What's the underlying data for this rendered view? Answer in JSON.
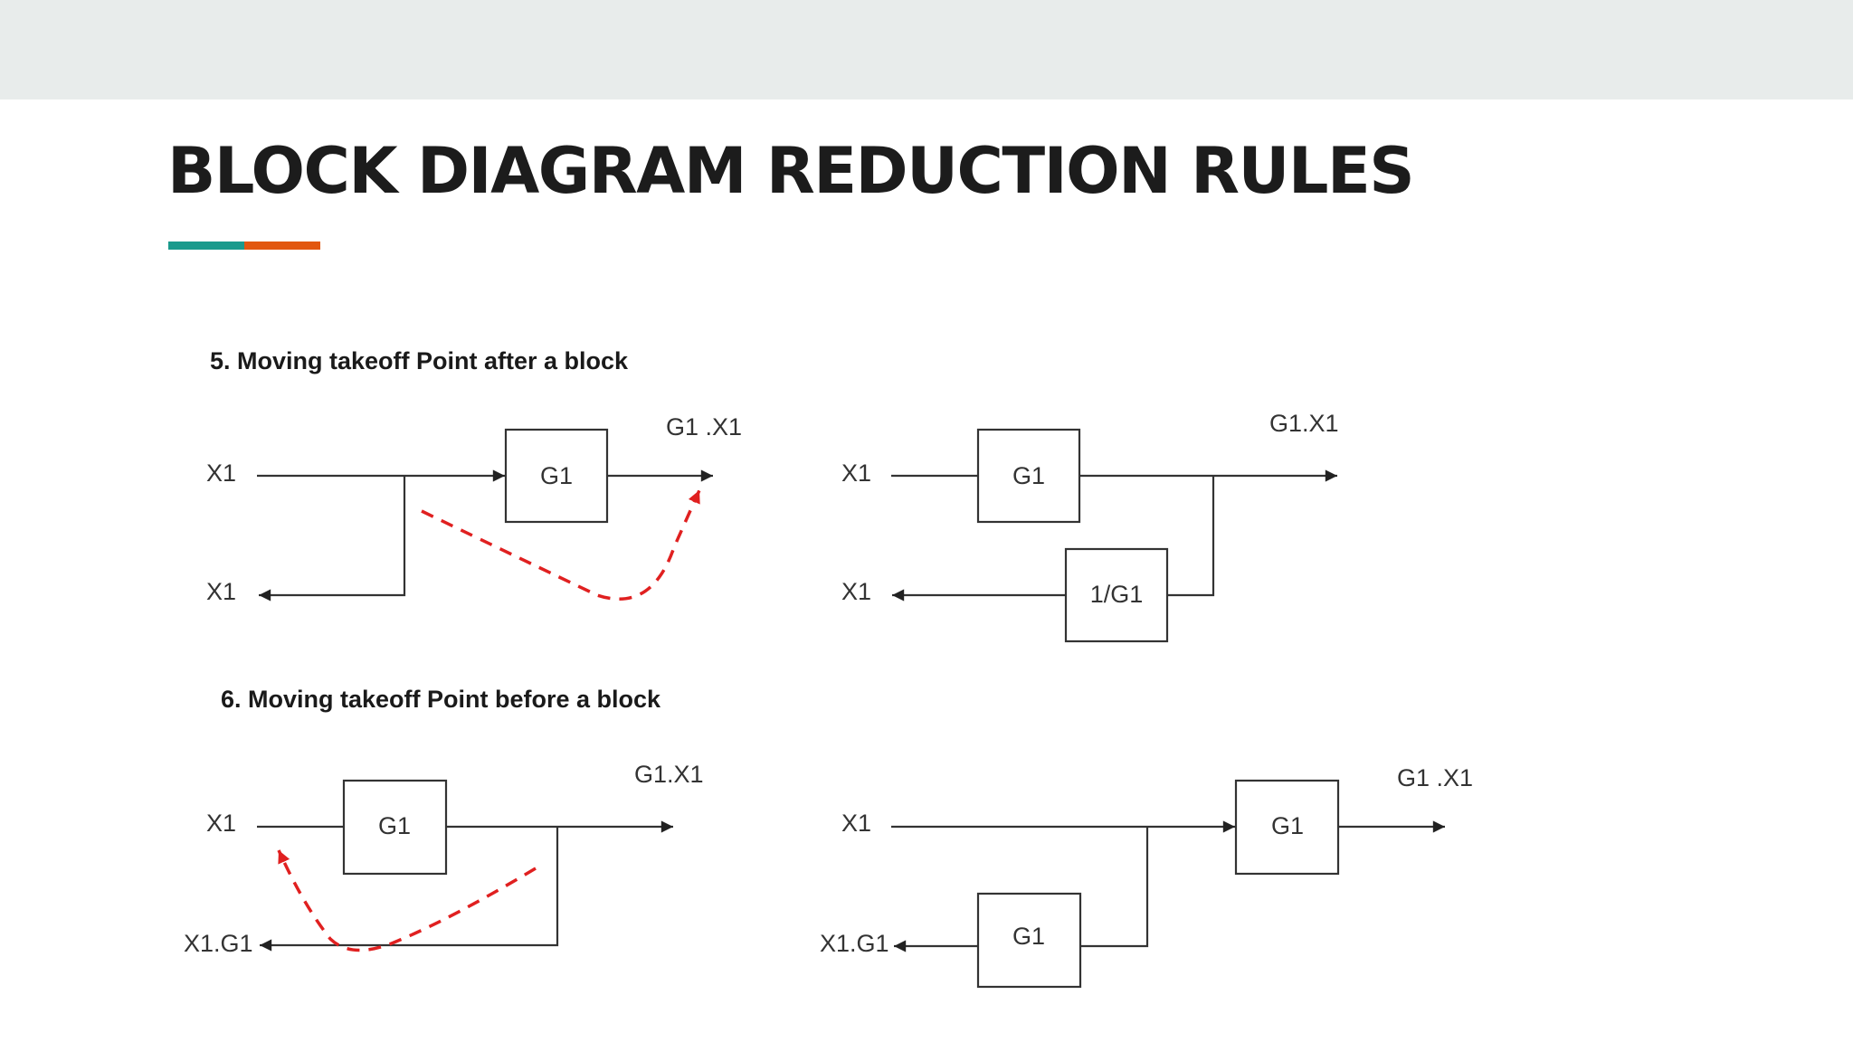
{
  "slide": {
    "title": "BLOCK DIAGRAM REDUCTION RULES",
    "accent_colors": [
      "#1a9a8c",
      "#e2570f"
    ]
  },
  "rule5": {
    "heading": "5. Moving takeoff Point after a block",
    "before": {
      "input": "X1",
      "block": "G1",
      "output": "G1 .X1",
      "takeoff": "X1"
    },
    "after": {
      "input": "X1",
      "block": "G1",
      "output": "G1.X1",
      "feedback_block": "1/G1",
      "takeoff": "X1"
    }
  },
  "rule6": {
    "heading": "6. Moving takeoff Point before a block",
    "before": {
      "input": "X1",
      "block": "G1",
      "output": "G1.X1",
      "takeoff": "X1.G1"
    },
    "after": {
      "input": "X1",
      "block": "G1",
      "output": "G1 .X1",
      "branch_block": "G1",
      "takeoff": "X1.G1"
    }
  },
  "move_arrow_color": "#e02020"
}
